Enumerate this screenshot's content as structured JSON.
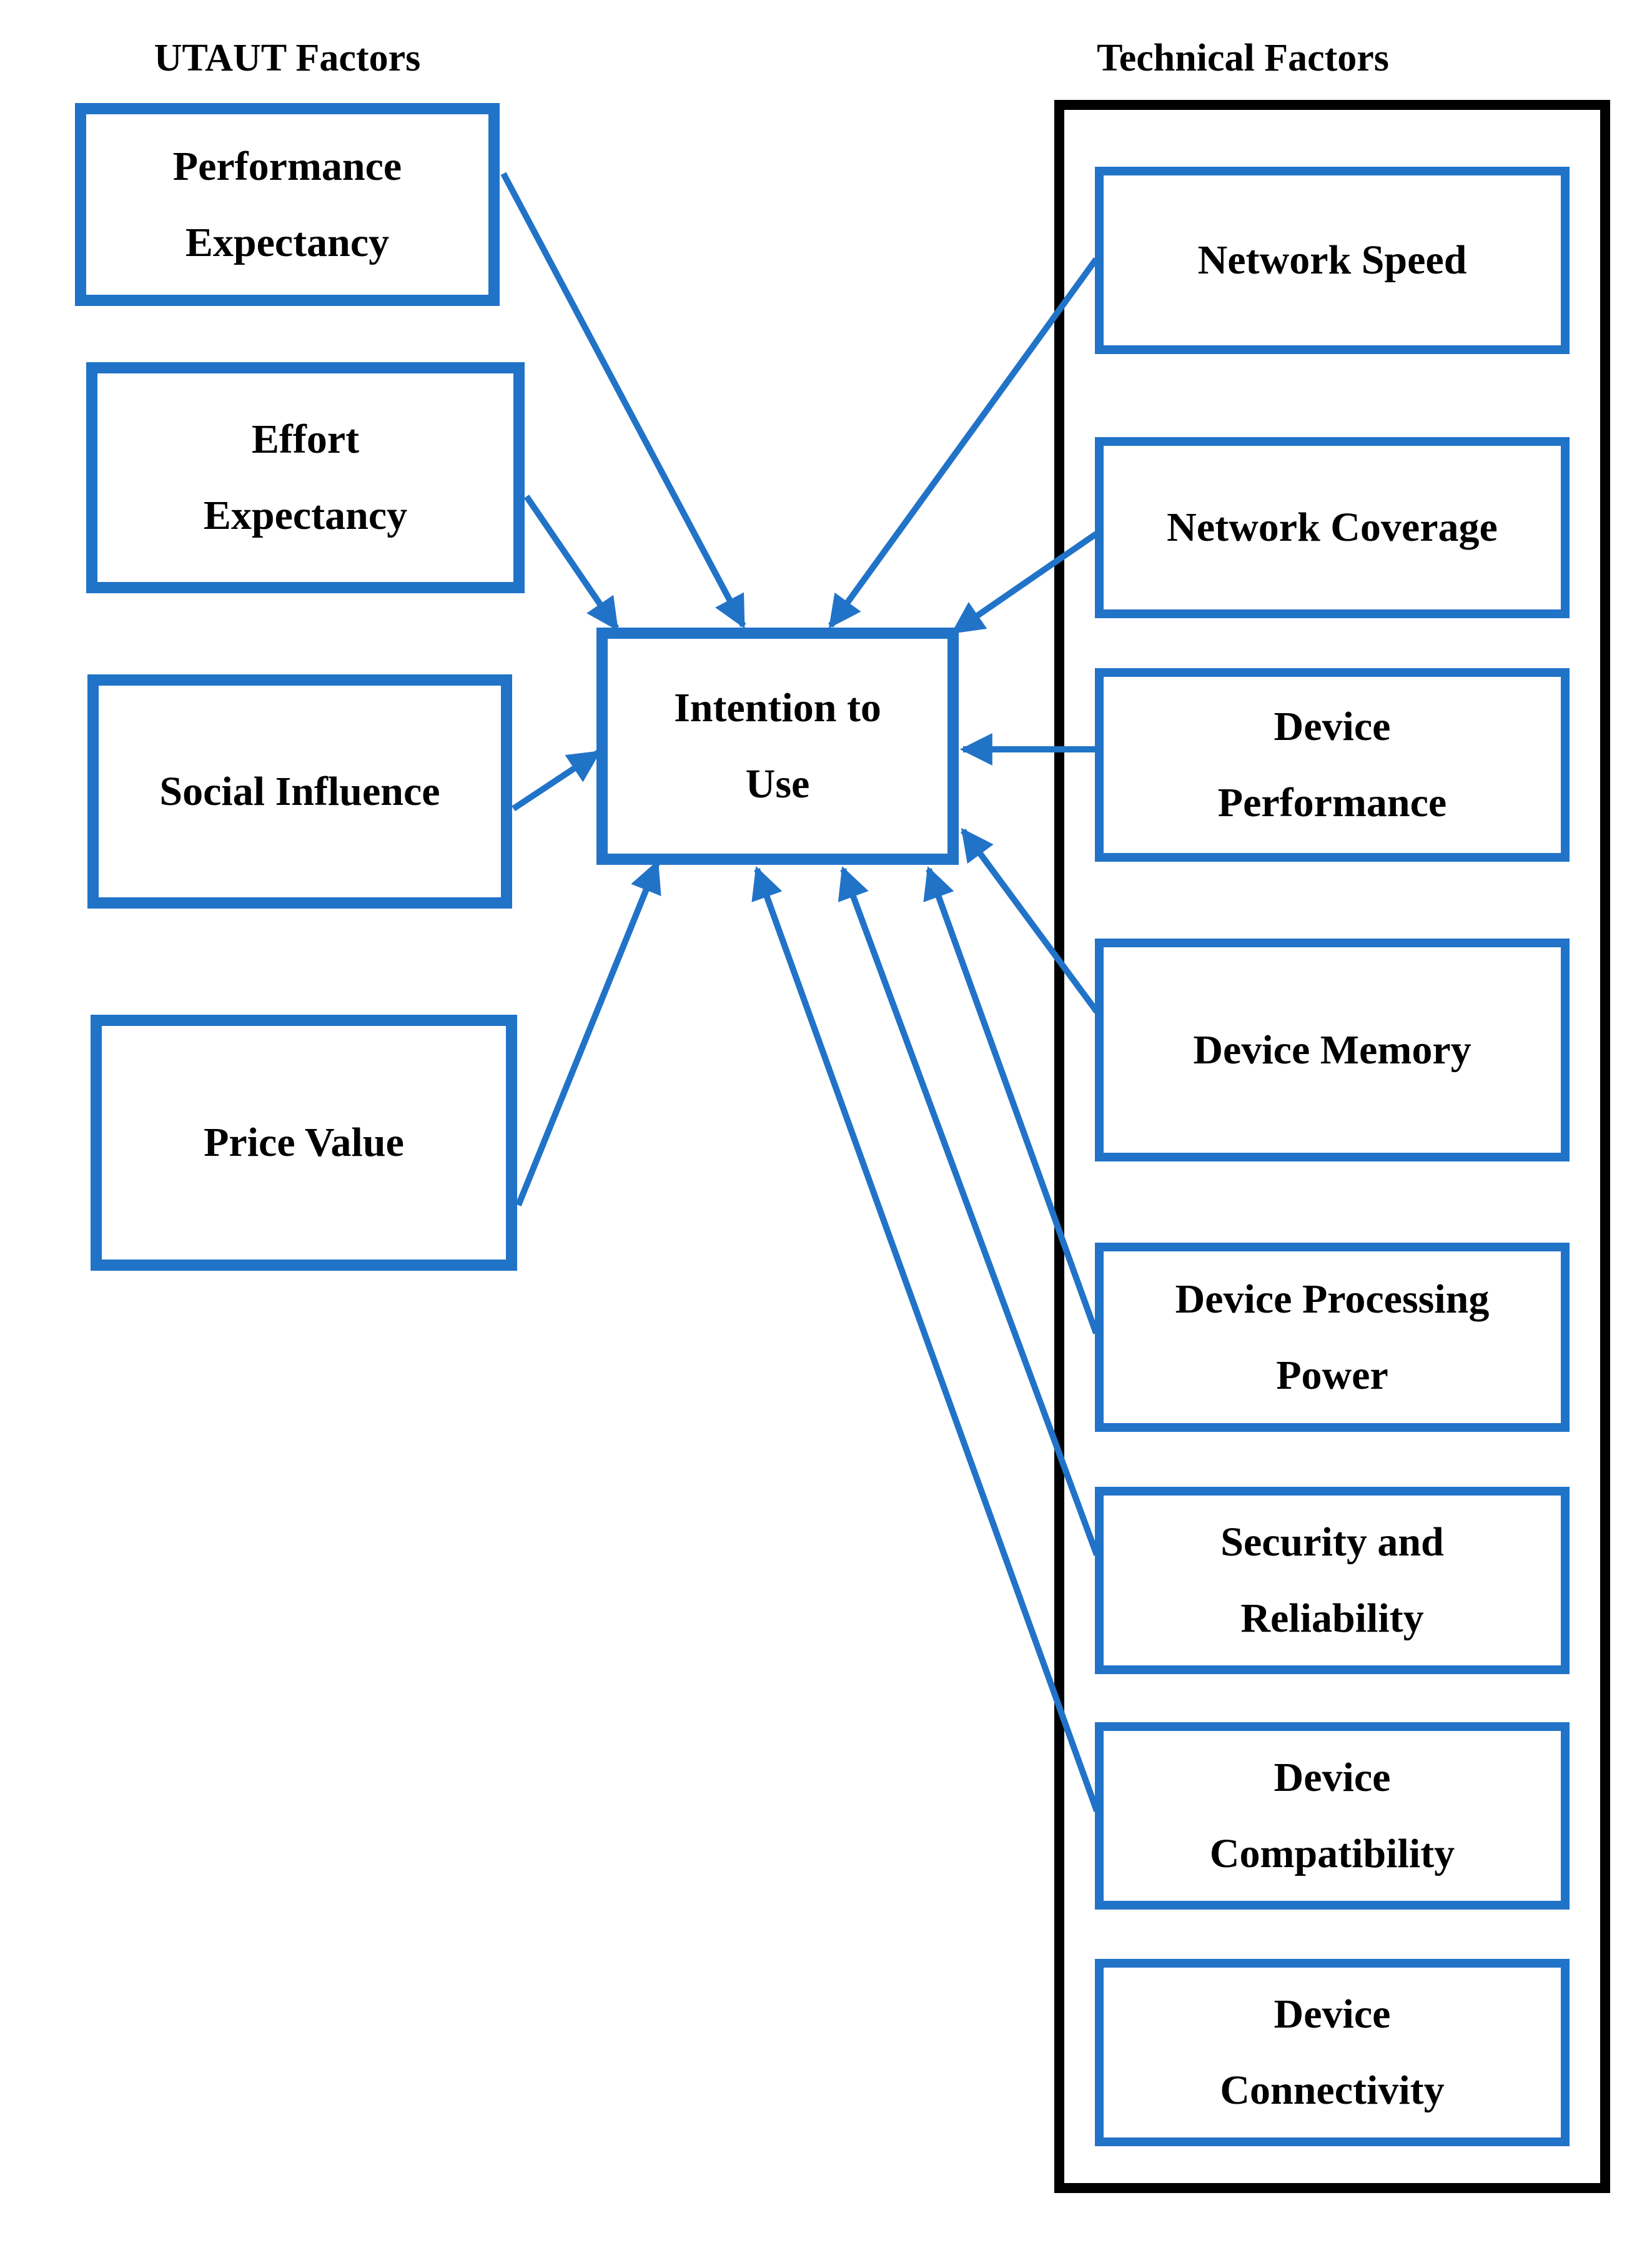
{
  "headings": {
    "utaut": "UTAUT Factors",
    "technical": "Technical Factors"
  },
  "center_box": {
    "id": "intention-to-use",
    "label": "Intention to Use",
    "lines": [
      "Intention to",
      "Use"
    ]
  },
  "utaut_factors": [
    {
      "id": "performance-expectancy",
      "label": "Performance Expectancy",
      "lines": [
        "Performance",
        "Expectancy"
      ]
    },
    {
      "id": "effort-expectancy",
      "label": "Effort Expectancy",
      "lines": [
        "Effort",
        "Expectancy"
      ]
    },
    {
      "id": "social-influence",
      "label": "Social Influence",
      "lines": [
        "Social Influence"
      ]
    },
    {
      "id": "price-value",
      "label": "Price Value",
      "lines": [
        "Price Value"
      ]
    }
  ],
  "technical_factors": [
    {
      "id": "network-speed",
      "label": "Network Speed",
      "lines": [
        "Network Speed"
      ]
    },
    {
      "id": "network-coverage",
      "label": "Network Coverage",
      "lines": [
        "Network Coverage"
      ]
    },
    {
      "id": "device-performance",
      "label": "Device Performance",
      "lines": [
        "Device",
        "Performance"
      ]
    },
    {
      "id": "device-memory",
      "label": "Device Memory",
      "lines": [
        "Device Memory"
      ]
    },
    {
      "id": "device-processing-power",
      "label": "Device Processing Power",
      "lines": [
        "Device Processing",
        "Power"
      ]
    },
    {
      "id": "security-and-reliability",
      "label": "Security and Reliability",
      "lines": [
        "Security and",
        "Reliability"
      ]
    },
    {
      "id": "device-compatibility",
      "label": "Device Compatibility",
      "lines": [
        "Device",
        "Compatibility"
      ]
    },
    {
      "id": "device-connectivity",
      "label": "Device Connectivity",
      "lines": [
        "Device",
        "Connectivity"
      ]
    }
  ],
  "relationships": [
    {
      "from": "performance-expectancy",
      "to": "intention-to-use"
    },
    {
      "from": "effort-expectancy",
      "to": "intention-to-use"
    },
    {
      "from": "social-influence",
      "to": "intention-to-use"
    },
    {
      "from": "price-value",
      "to": "intention-to-use"
    },
    {
      "from": "network-speed",
      "to": "intention-to-use"
    },
    {
      "from": "network-coverage",
      "to": "intention-to-use"
    },
    {
      "from": "device-performance",
      "to": "intention-to-use"
    },
    {
      "from": "device-memory",
      "to": "intention-to-use"
    },
    {
      "from": "device-processing-power",
      "to": "intention-to-use"
    },
    {
      "from": "security-and-reliability",
      "to": "intention-to-use"
    },
    {
      "from": "device-compatibility",
      "to": "intention-to-use"
    }
  ],
  "colors": {
    "accent_blue": "#2173C8",
    "container_border": "#000000",
    "text": "#000000",
    "background": "#FFFFFF"
  }
}
